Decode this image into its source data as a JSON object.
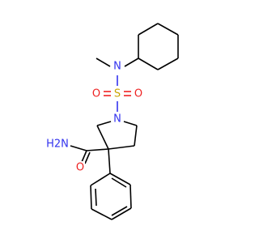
{
  "colors": {
    "background": "#ffffff",
    "carbon_bond": "#000000",
    "nitrogen": "#3333ee",
    "oxygen": "#ee2222",
    "sulfur": "#c9a400"
  },
  "atoms": {
    "methyl_n": "N",
    "sulfonyl_s": "S",
    "sulfonyl_o_left": "O",
    "sulfonyl_o_right": "O",
    "ring_n": "N",
    "amide_nh2": "H2N",
    "amide_o": "O"
  }
}
